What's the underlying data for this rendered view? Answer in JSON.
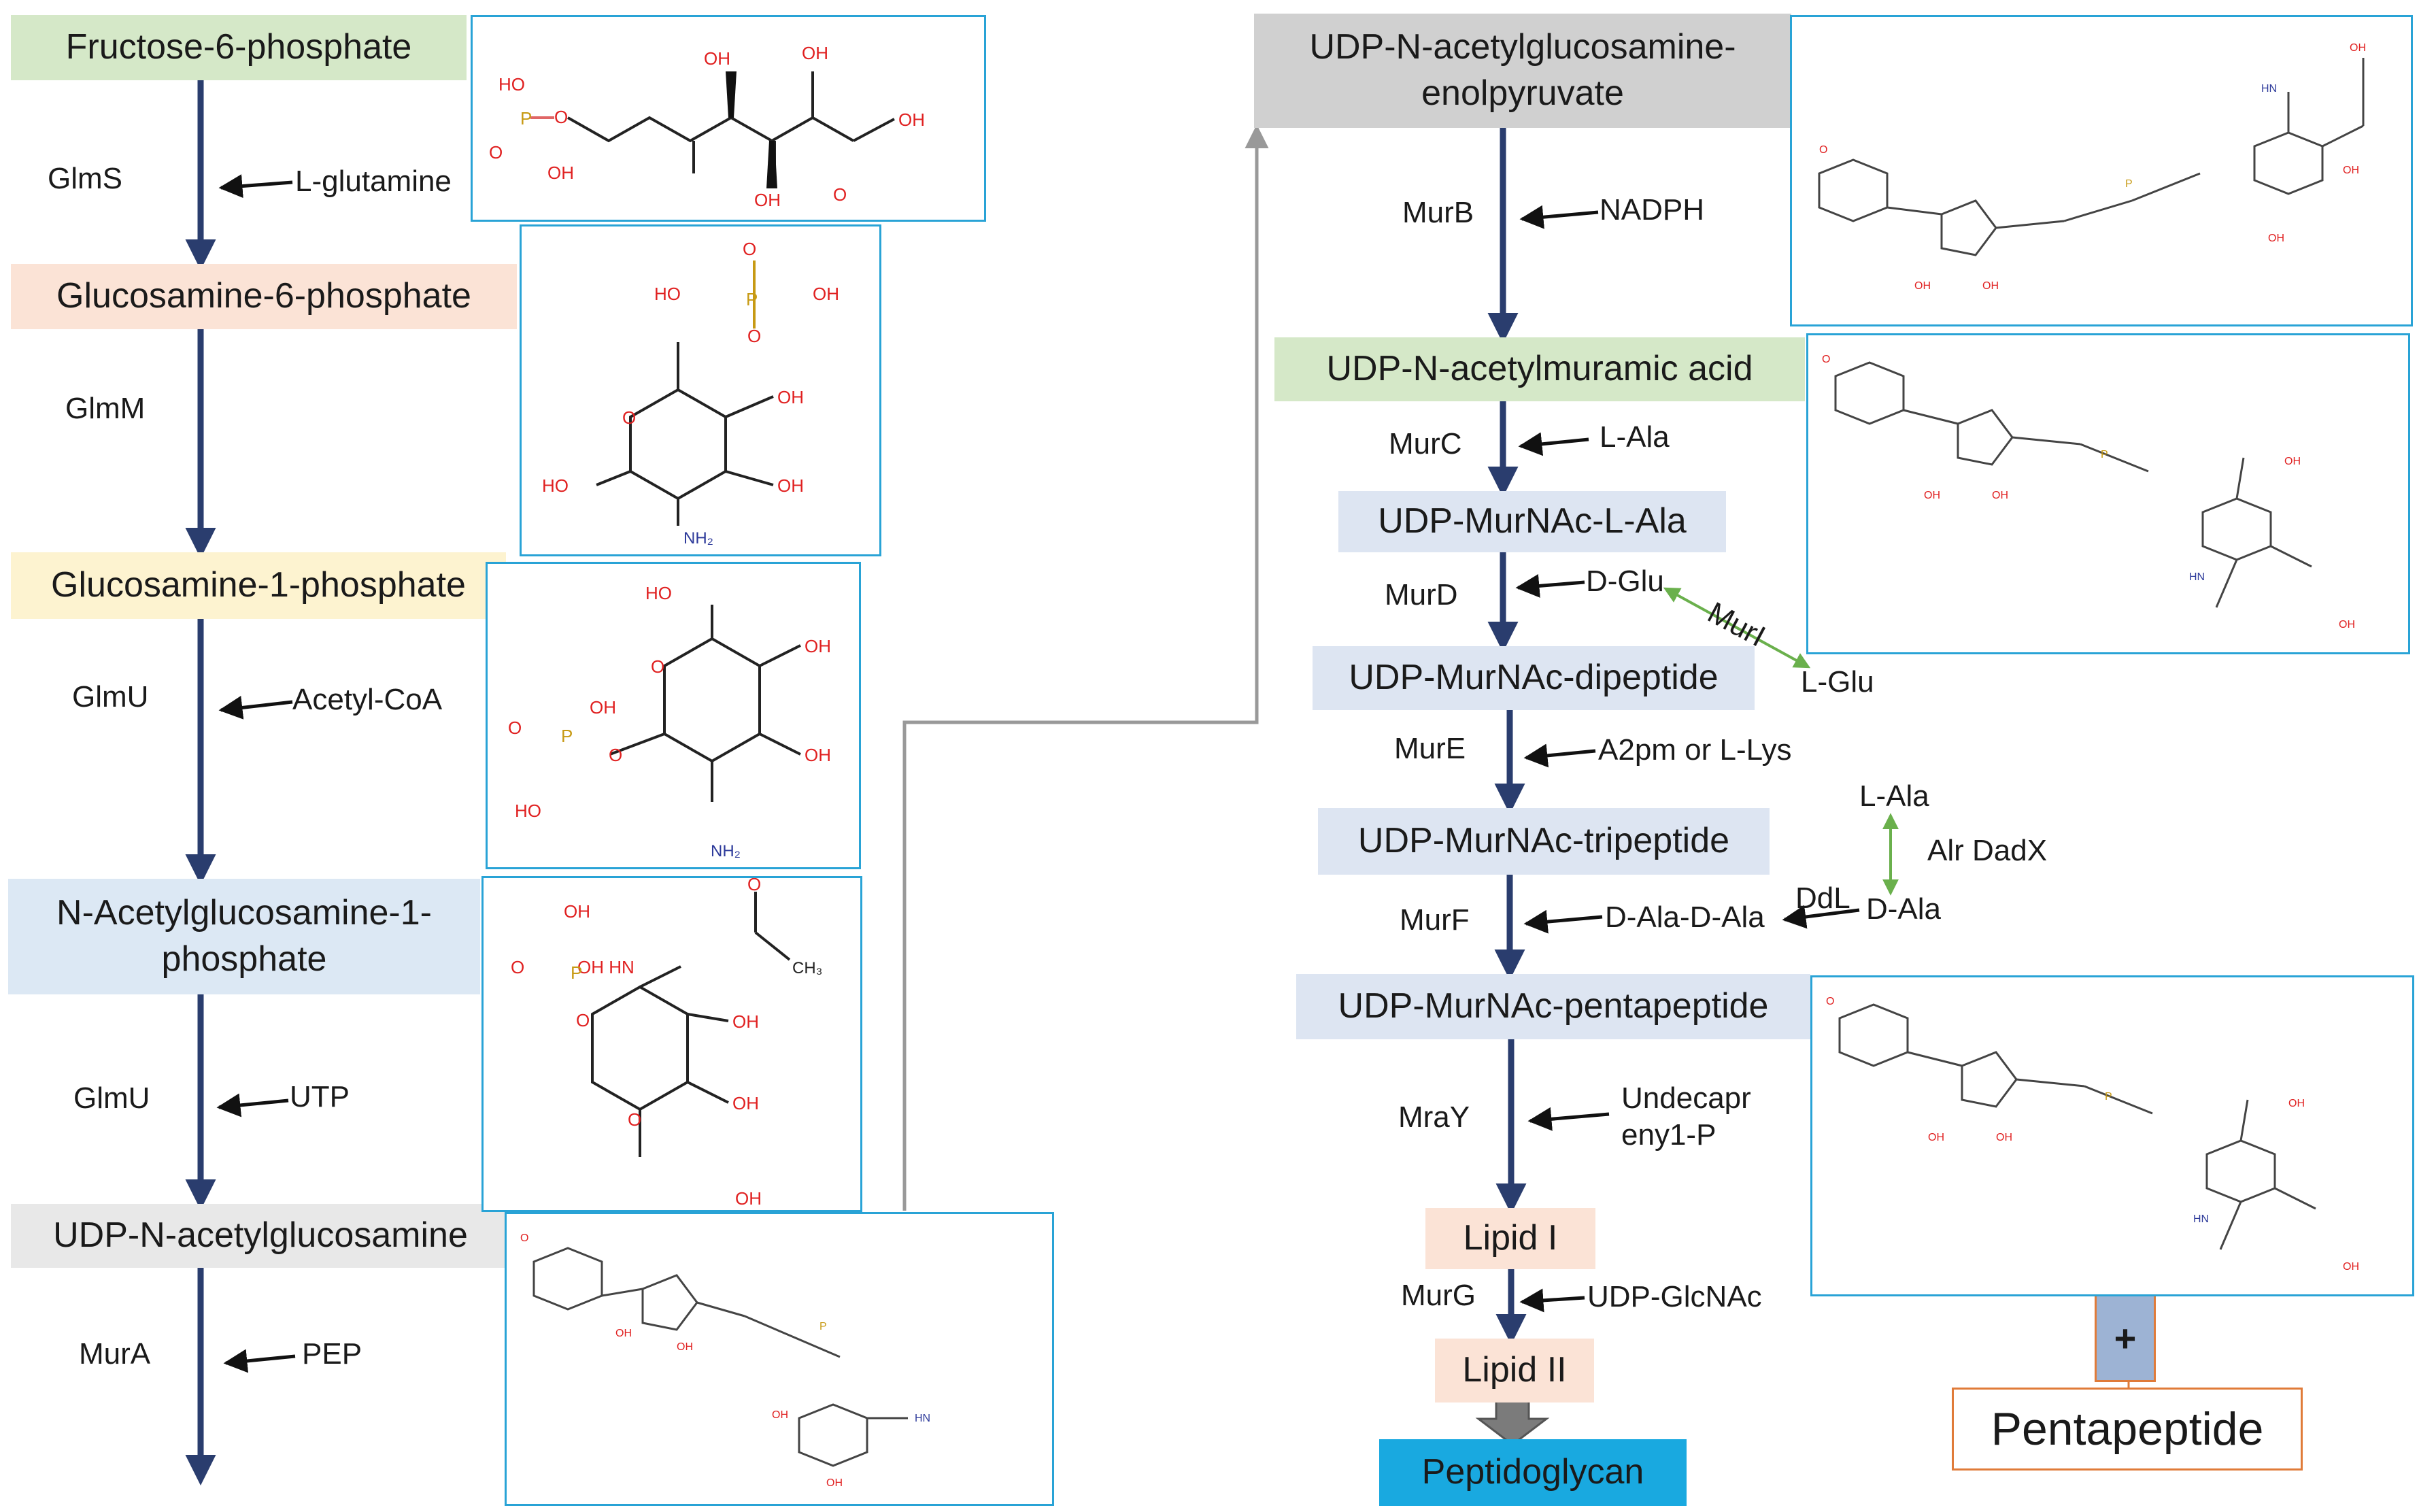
{
  "colors": {
    "green": "#d5e8c8",
    "peach": "#fbe3d6",
    "yellow": "#fdf3d0",
    "blue": "#dce8f4",
    "grey": "#e8e8e8",
    "darkgrey": "#d0d0d0",
    "lavender": "#dde5f2",
    "cyan": "#19a9e0",
    "structure_border": "#29a3d6",
    "pentapeptide_border": "#e07b39",
    "plus_fill": "#9db3d4",
    "main_arrow": "#2a3d6e",
    "racemase_arrow": "#6ab04c"
  },
  "compounds": {
    "f6p": "Fructose-6-phosphate",
    "g6p": "Glucosamine-6-phosphate",
    "g1p": "Glucosamine-1-phosphate",
    "nag1p_a": "N-Acetylglucosamine-1-",
    "nag1p_b": "phosphate",
    "udpnag": "UDP-N-acetylglucosamine",
    "enol_a": "UDP-N-acetylglucosamine-",
    "enol_b": "enolpyruvate",
    "udpmur": "UDP-N-acetylmuramic acid",
    "lala": "UDP-MurNAc-L-Ala",
    "dipep": "UDP-MurNAc-dipeptide",
    "tripep": "UDP-MurNAc-tripeptide",
    "pentapep": "UDP-MurNAc-pentapeptide",
    "lipid1": "Lipid I",
    "lipid2": "Lipid II",
    "pg": "Peptidoglycan"
  },
  "enzymes": {
    "glms": "GlmS",
    "glmm": "GlmM",
    "glmu1": "GlmU",
    "glmu2": "GlmU",
    "mura": "MurA",
    "murb": "MurB",
    "murc": "MurC",
    "murd": "MurD",
    "mure": "MurE",
    "murf": "MurF",
    "mray": "MraY",
    "murg": "MurG",
    "muri": "MurI",
    "ddl": "DdL",
    "alr": "Alr DadX"
  },
  "substrates": {
    "lgln": "L-glutamine",
    "acoa": "Acetyl-CoA",
    "utp": "UTP",
    "pep": "PEP",
    "nadph": "NADPH",
    "lala": "L-Ala",
    "dglu": "D-Glu",
    "lglu": "L-Glu",
    "a2pm": "A2pm or L-Lys",
    "lala2": "L-Ala",
    "dala": "D-Ala",
    "dadala": "D-Ala-D-Ala",
    "und_a": "Undecapr",
    "und_b": "eny1-P",
    "udpglcnac": "UDP-GlcNAc"
  },
  "addition": {
    "plus": "+",
    "pentapeptide": "Pentapeptide"
  },
  "chem": {
    "oh": "OH",
    "ho": "HO",
    "o": "O",
    "nh2": "NH₂",
    "hn": "HN",
    "ch3": "CH₃",
    "ohhn": "OH HN",
    "p": "P"
  }
}
